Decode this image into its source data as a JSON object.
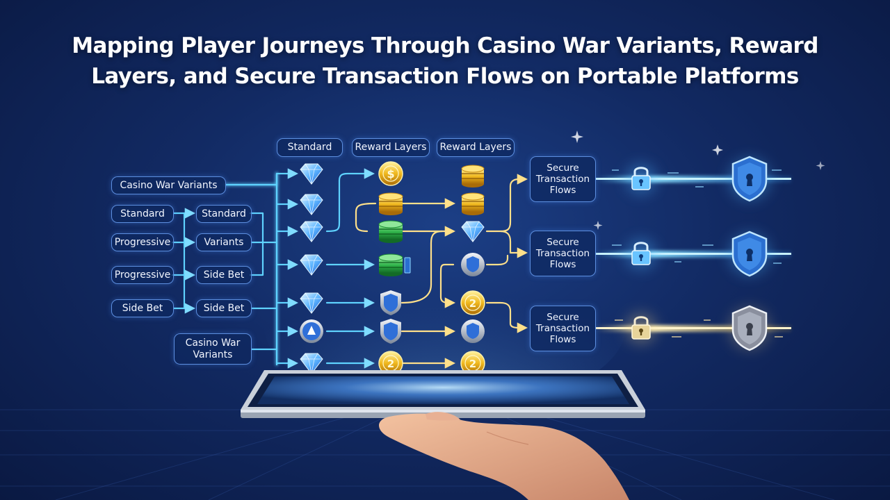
{
  "title": {
    "line1": "Mapping Player Journeys Through Casino War Variants, Reward",
    "line2": "Layers, and Secure Transaction Flows on Portable Platforms"
  },
  "headers": {
    "standard": "Standard",
    "reward_layers_1": "Reward Layers",
    "reward_layers_2": "Reward Layers"
  },
  "left_column": [
    "Casino War Variants",
    "Standard",
    "Progressive",
    "Progressive",
    "Side Bet"
  ],
  "second_column": [
    "Standard",
    "Variants",
    "Side Bet",
    "Side Bet"
  ],
  "bottom_box": "Casino War Variants",
  "secure_flows": [
    "Secure Transaction Flows",
    "Secure Transaction Flows",
    "Secure Transaction Flows"
  ],
  "icons": {
    "column_a": [
      "diamond-icon",
      "diamond-icon",
      "diamond-icon",
      "diamond-icon",
      "diamond-icon",
      "shield-badge-icon",
      "diamond-icon"
    ],
    "column_b": [
      "gold-coin-icon",
      "gold-chip-stack-icon",
      "green-chip-stack-icon",
      "green-chip-stack-icon",
      "shield-badge-icon",
      "shield-badge-icon",
      "gold-coin-icon"
    ],
    "column_c": [
      "gold-chip-stack-icon",
      "gold-chip-stack-icon",
      "diamond-icon",
      "shield-badge-icon",
      "gold-coin-icon",
      "shield-badge-icon",
      "gold-coin-icon"
    ],
    "security": [
      "padlock-icon",
      "shield-lock-icon"
    ]
  },
  "colors": {
    "background": "#122a63",
    "flow_cyan": "#5fd3ff",
    "flow_gold": "#ffd86a",
    "box_border": "#5d8fe0"
  }
}
